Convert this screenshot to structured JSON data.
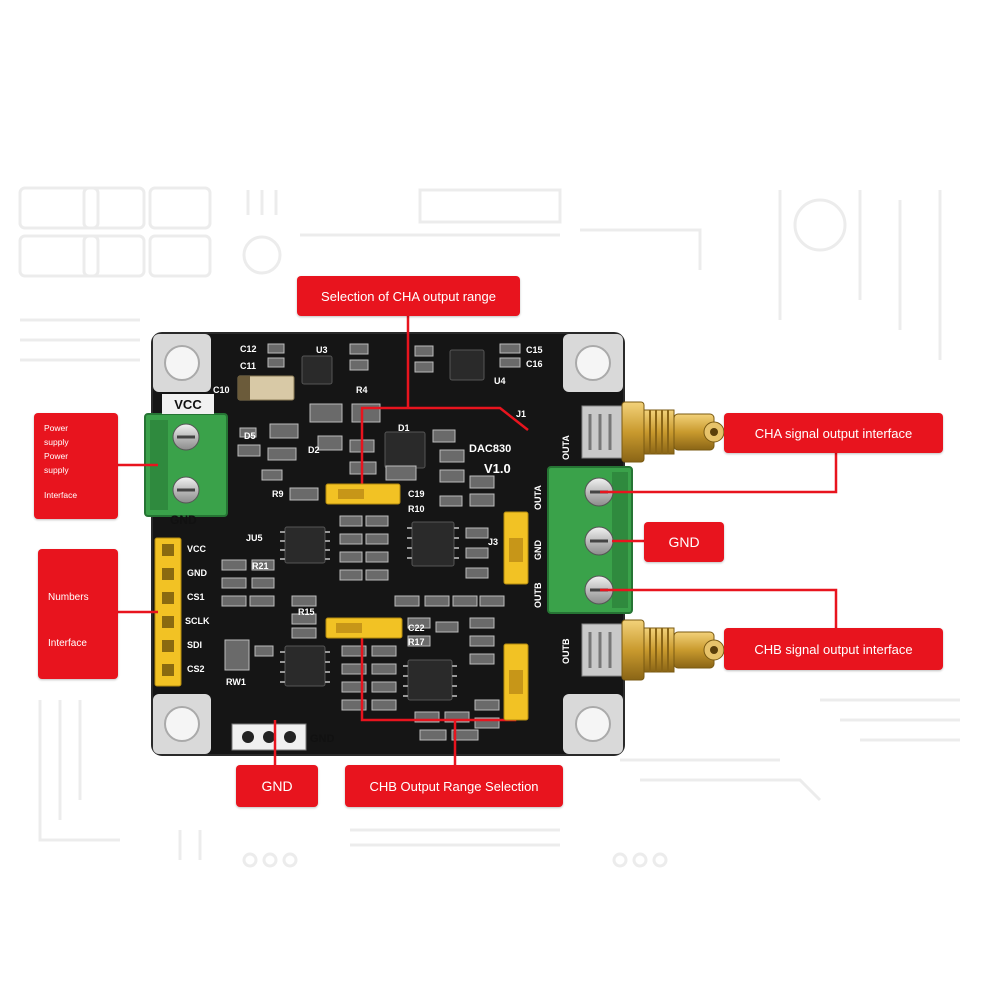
{
  "callouts": {
    "cha_range": "Selection of CHA output range",
    "power": [
      "Power",
      "supply",
      "Power",
      "supply",
      "Interface"
    ],
    "numbers": [
      "Numbers",
      "Interface"
    ],
    "cha_signal": "CHA signal output interface",
    "gnd_right": "GND",
    "chb_signal": "CHB signal output interface",
    "gnd_bottom": "GND",
    "chb_range": "CHB Output Range Selection"
  },
  "board": {
    "vcc_label": "VCC",
    "gnd_label": "GND",
    "gnd_bottom_label": "GND",
    "chip_name": "DAC830",
    "version": "V1.0",
    "header_pins": [
      "VCC",
      "GND",
      "CS1",
      "SCLK",
      "SDI",
      "CS2"
    ],
    "ref_designators": [
      "C12",
      "C11",
      "C10",
      "U3",
      "C15",
      "C16",
      "U4",
      "D5",
      "D2",
      "D1",
      "R9",
      "J1",
      "R21",
      "R15",
      "R17",
      "C19",
      "R10",
      "C22",
      "J3",
      "JU5",
      "RW1",
      "R4"
    ],
    "output_labels": [
      "OUTA",
      "OUTA",
      "GND",
      "OUTB",
      "OUTB"
    ]
  },
  "colors": {
    "callout_bg": "#e8141e",
    "callout_text": "#ffffff",
    "pcb": "#151515",
    "terminal_green": "#3aa24a",
    "header_yellow": "#f2c224",
    "sma_gold": "#c99a2e"
  }
}
